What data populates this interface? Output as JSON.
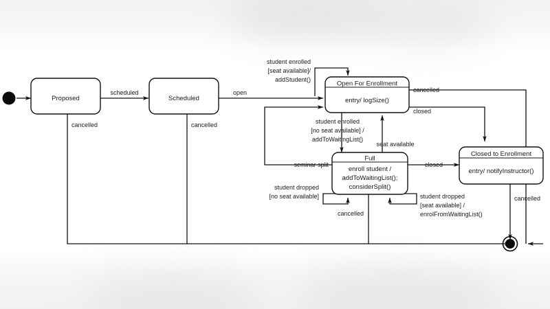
{
  "diagram": {
    "title": "Seminar Enrollment State Machine",
    "type": "uml-state-machine",
    "colors": {
      "stroke": "#111111",
      "fill": "#ffffff",
      "text": "#1a1a1a",
      "background": "#ffffff"
    },
    "states": [
      {
        "id": "initial",
        "kind": "initial-pseudostate",
        "name": "initial-state"
      },
      {
        "id": "proposed",
        "kind": "simple",
        "title": "Proposed",
        "body": ""
      },
      {
        "id": "scheduled",
        "kind": "simple",
        "title": "Scheduled",
        "body": ""
      },
      {
        "id": "open",
        "kind": "compartment",
        "title": "Open For Enrollment",
        "body": "entry/ logSize()"
      },
      {
        "id": "full",
        "kind": "compartment",
        "title": "Full",
        "body_line1": "enroll student /",
        "body_line2": "addToWaitingList();",
        "body_line3": "considerSplit()"
      },
      {
        "id": "closed",
        "kind": "compartment",
        "title": "Closed to Enrollment",
        "body": "entry/ notifyInstructor()"
      },
      {
        "id": "final",
        "kind": "final-state",
        "name": "final-state"
      }
    ],
    "transitions": [
      {
        "id": "t1",
        "from": "initial",
        "to": "proposed",
        "label": ""
      },
      {
        "id": "t2",
        "from": "proposed",
        "to": "scheduled",
        "label": "scheduled"
      },
      {
        "id": "t3",
        "from": "proposed",
        "to": "final",
        "label": "cancelled"
      },
      {
        "id": "t4",
        "from": "scheduled",
        "to": "open",
        "label": "open"
      },
      {
        "id": "t5",
        "from": "scheduled",
        "to": "final",
        "label": "cancelled"
      },
      {
        "id": "t6",
        "from": "open",
        "to": "open",
        "label_line1": "student enrolled",
        "label_line2": "[seat available]/",
        "label_line3": "addStudent()"
      },
      {
        "id": "t7",
        "from": "open",
        "to": "final",
        "label": "cancelled"
      },
      {
        "id": "t8",
        "from": "open",
        "to": "closed",
        "label": "closed"
      },
      {
        "id": "t9",
        "from": "open",
        "to": "full",
        "label_line1": "student enrolled",
        "label_line2": "[no seat available] /",
        "label_line3": "addToWaitingList()"
      },
      {
        "id": "t10",
        "from": "full",
        "to": "open",
        "label": "seat available"
      },
      {
        "id": "t11",
        "from": "full",
        "to": "open",
        "label": "seminar split"
      },
      {
        "id": "t12",
        "from": "full",
        "to": "closed",
        "label": "closed"
      },
      {
        "id": "t13",
        "from": "full",
        "to": "full",
        "label_line1": "student dropped",
        "label_line2": "[no seat available]"
      },
      {
        "id": "t14",
        "from": "full",
        "to": "final",
        "label": "cancelled"
      },
      {
        "id": "t15",
        "from": "full",
        "to": "full",
        "label_line1": "student dropped",
        "label_line2": "[seat available] /",
        "label_line3": "enrolFromWaitingList()"
      },
      {
        "id": "t16",
        "from": "closed",
        "to": "final",
        "label": "cancelled"
      }
    ]
  }
}
